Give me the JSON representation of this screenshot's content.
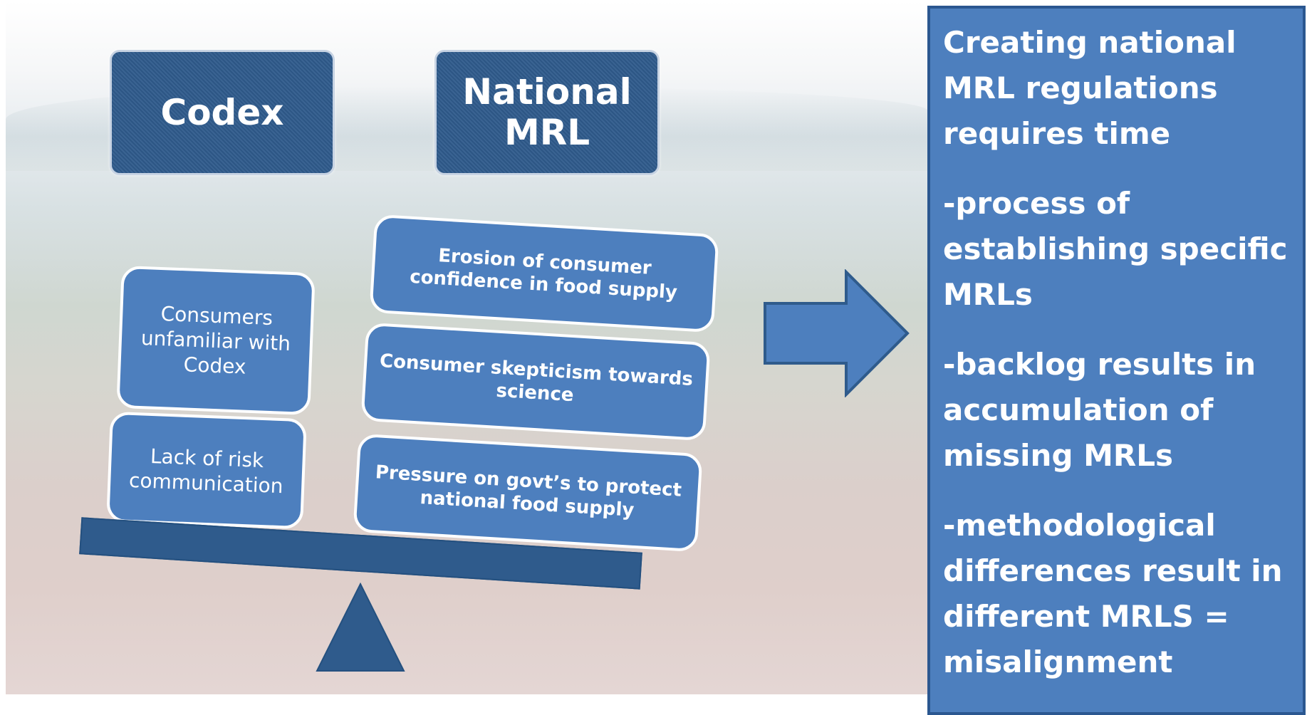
{
  "header_boxes": {
    "codex": "Codex",
    "national_mrl": "National MRL"
  },
  "left_stack": [
    "Consumers unfamiliar with Codex",
    "Lack of risk communication"
  ],
  "right_stack": [
    "Erosion of consumer confidence in food supply",
    "Consumer skepticism towards science",
    "Pressure on govt’s to protect national food supply"
  ],
  "panel": {
    "lines": [
      "Creating national MRL regulations requires time",
      "-process of establishing specific MRLs",
      "-backlog results in accumulation of missing MRLs",
      "-methodological differences result in different MRLS = misalignment"
    ]
  },
  "colors": {
    "dark_blue": "#2f5b8c",
    "medium_blue": "#4d7fbe",
    "white": "#ffffff"
  }
}
